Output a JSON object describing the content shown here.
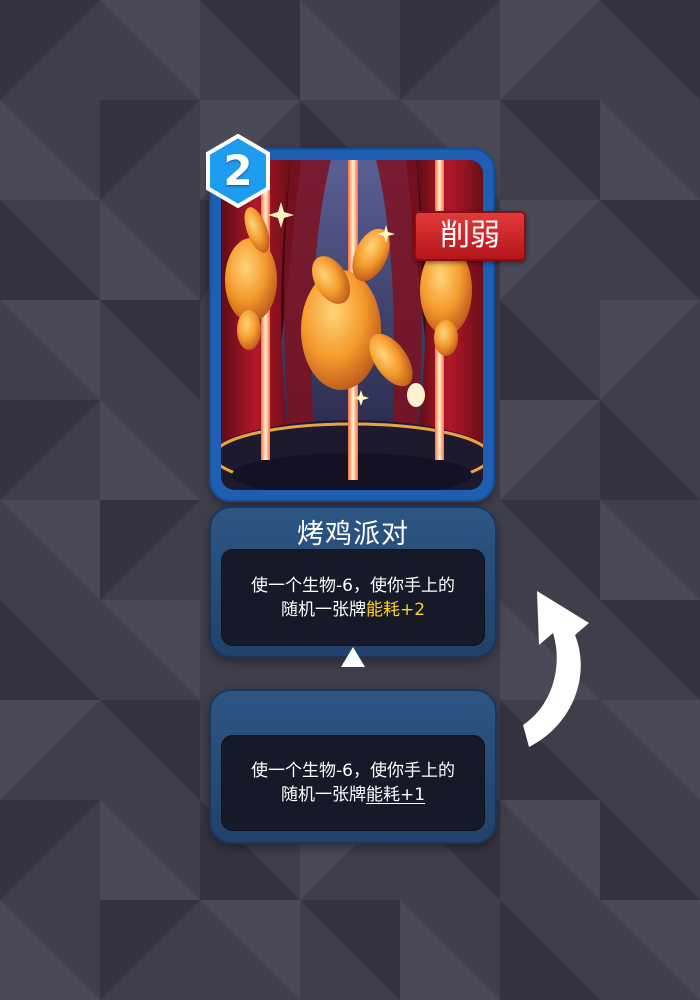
{
  "card": {
    "cost": "2",
    "tag": "削弱",
    "name": "烤鸡派对"
  },
  "current_effect": {
    "line1": "使一个生物-6，使你手上的",
    "line2_prefix": "随机一张牌",
    "line2_highlight": "能耗+2"
  },
  "previous_effect": {
    "line1": "使一个生物-6，使你手上的",
    "line2_prefix": "随机一张牌",
    "line2_changed": "能耗+1"
  },
  "icons": {
    "cost_badge": "hexagon-badge-icon",
    "compare_arrow": "triangle-up-icon",
    "swap_arrow": "curved-arrow-up-icon"
  },
  "colors": {
    "background": "#3f3e4b",
    "card_frame": "#1e5fb4",
    "cost_badge": "#1e9cf0",
    "tag_red": "#c7202a",
    "panel": "#264b78",
    "desc_box": "#161927",
    "highlight": "#ffd21e"
  }
}
